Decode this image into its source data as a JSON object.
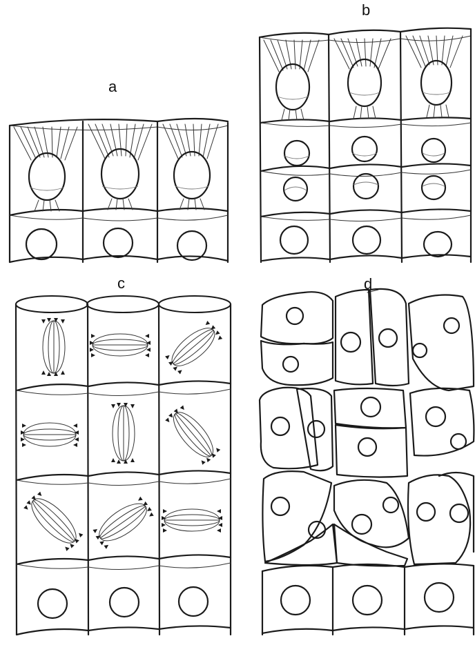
{
  "panels": [
    {
      "id": "a",
      "label": "a"
    },
    {
      "id": "b",
      "label": "b"
    },
    {
      "id": "c",
      "label": "c"
    },
    {
      "id": "d",
      "label": "d"
    }
  ]
}
